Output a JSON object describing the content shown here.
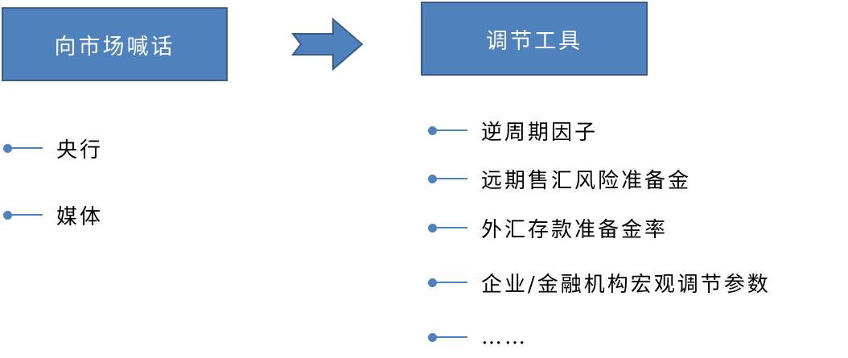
{
  "left_box": {
    "title": "向市场喊话"
  },
  "right_box": {
    "title": "调节工具"
  },
  "left_items": [
    {
      "label": "央行"
    },
    {
      "label": "媒体"
    }
  ],
  "right_items": [
    {
      "label": "逆周期因子"
    },
    {
      "label": "远期售汇风险准备金"
    },
    {
      "label": "外汇存款准备金率"
    },
    {
      "label": "企业/金融机构宏观调节参数"
    },
    {
      "label": "……"
    }
  ],
  "colors": {
    "box_fill": "#4f81bd",
    "box_border": "#385d8a",
    "bullet": "#4f81bd"
  }
}
